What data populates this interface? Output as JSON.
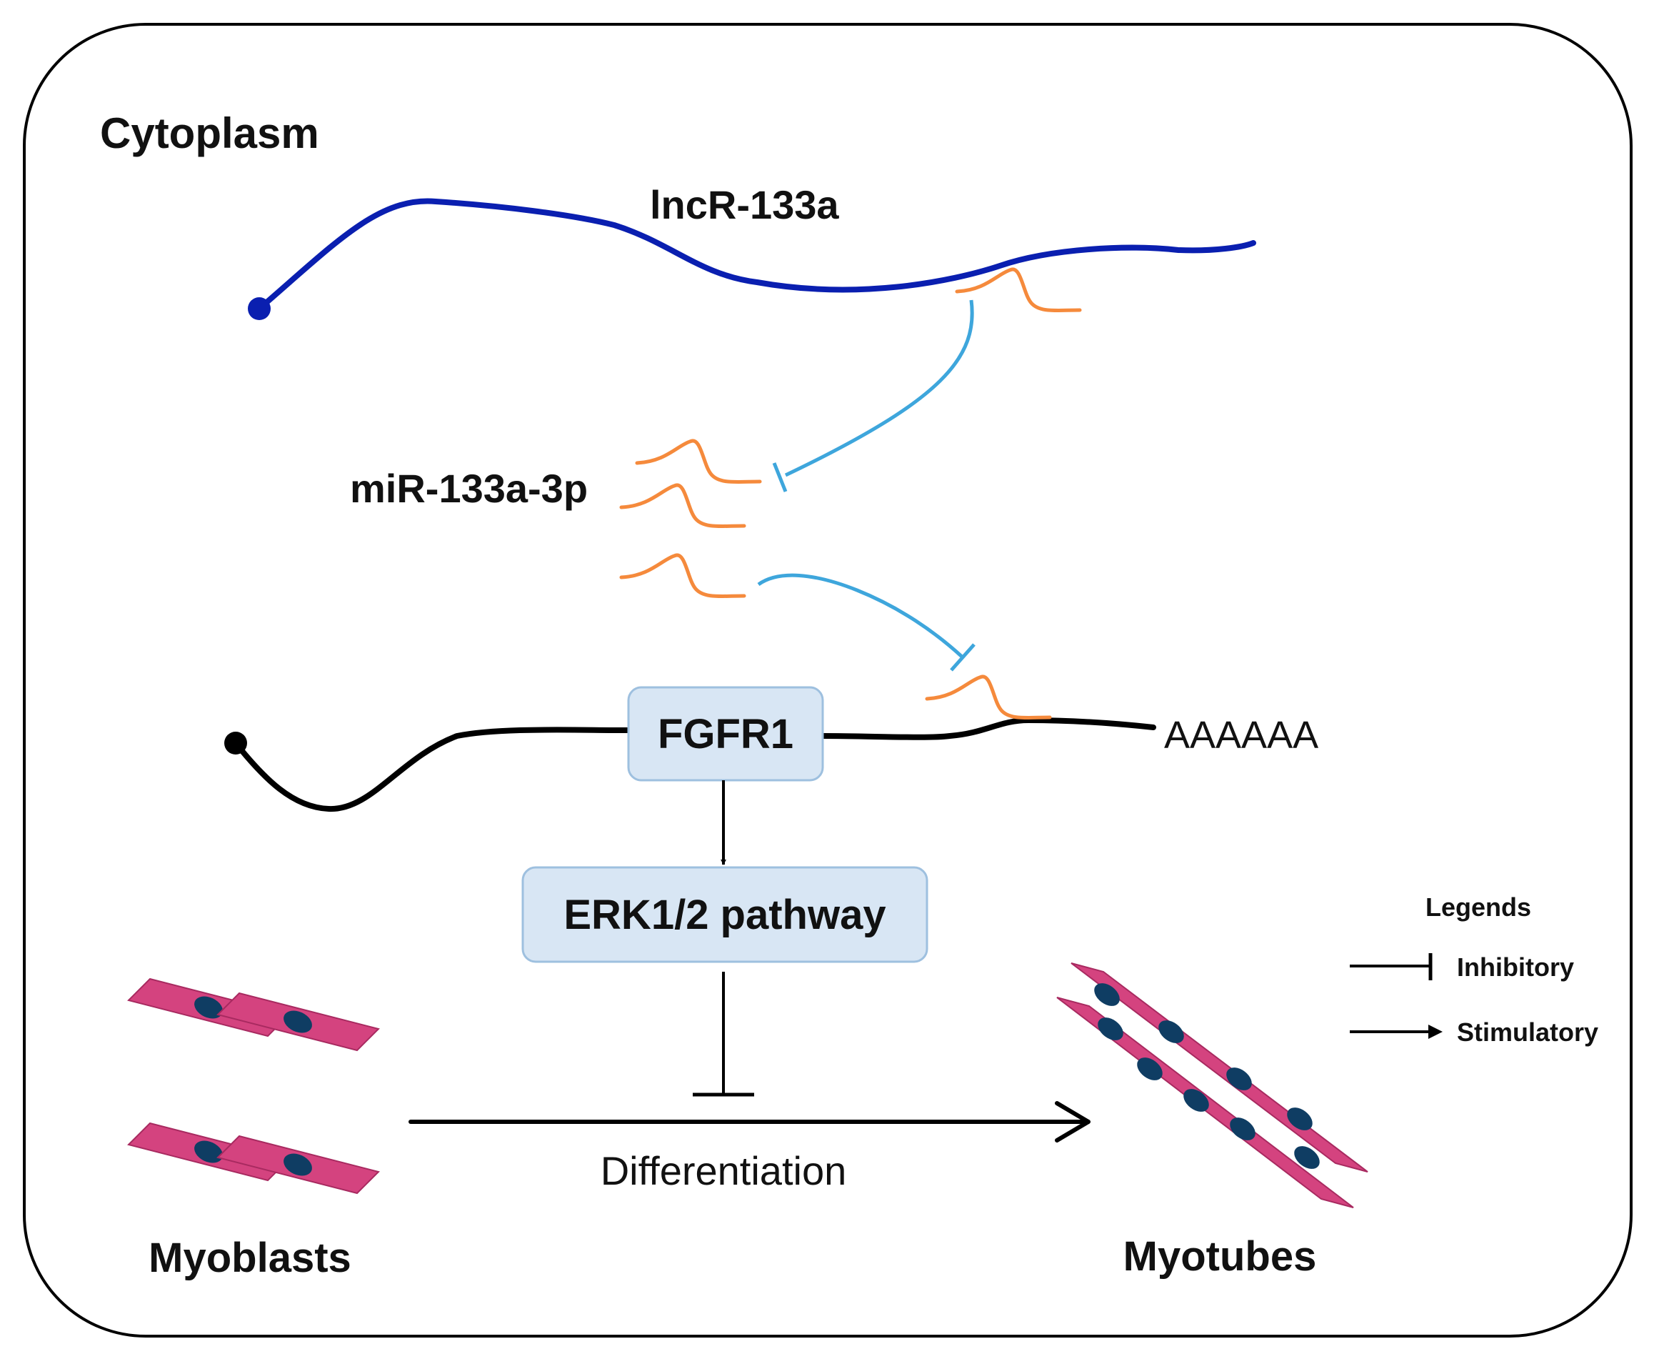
{
  "labels": {
    "compartment": "Cytoplasm",
    "lncrna": "lncR-133a",
    "mirna": "miR-133a-3p",
    "gene": "FGFR1",
    "polya": "AAAAAA",
    "pathway": "ERK1/2 pathway",
    "process": "Differentiation",
    "start_cells": "Myoblasts",
    "end_cells": "Myotubes"
  },
  "legend": {
    "title": "Legends",
    "inhibitory": "Inhibitory",
    "stimulatory": "Stimulatory"
  },
  "colors": {
    "lncrna_strand": "#0a1fb0",
    "mirna": "#f58a3c",
    "inhibition_line": "#3ea6dc",
    "mrna_strand": "#000000",
    "box_fill": "#d8e6f4",
    "box_stroke": "#9ec0df",
    "cell_fill": "#d4437f",
    "cell_stroke": "#a82a60",
    "nucleus": "#0f3d63"
  }
}
